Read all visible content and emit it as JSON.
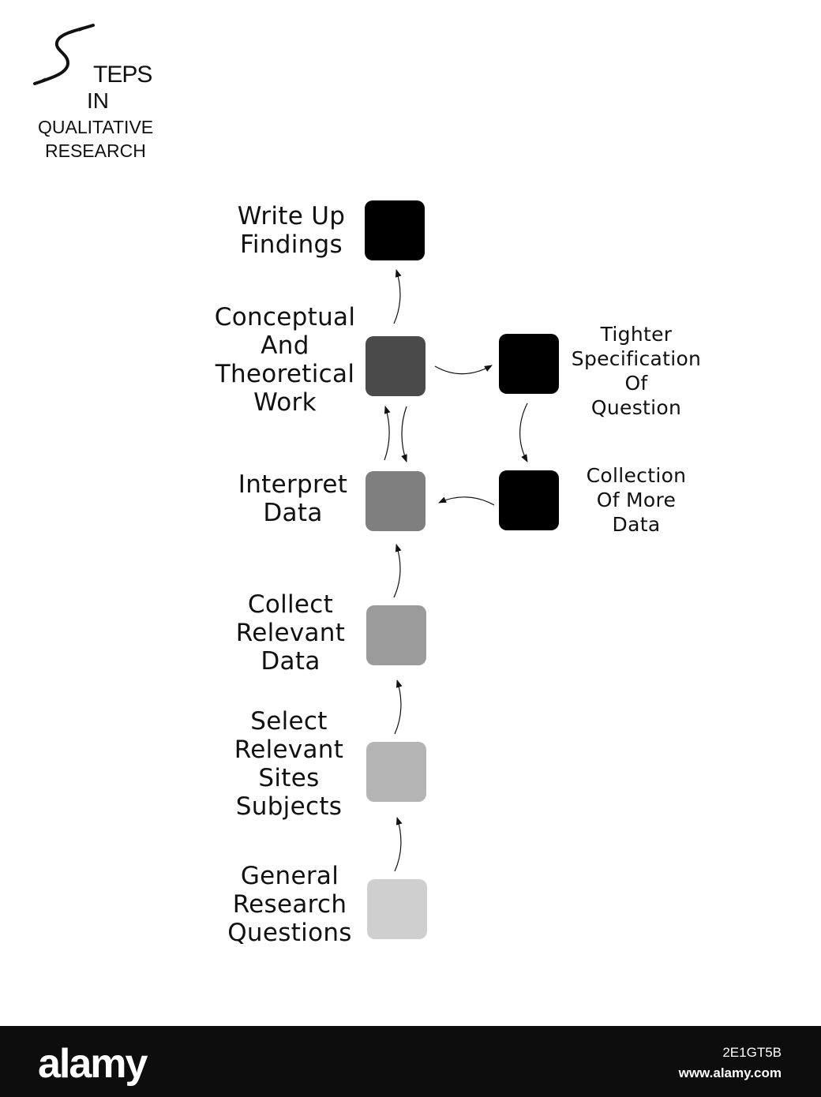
{
  "title": {
    "line1": "TEPS",
    "line2": "IN",
    "line3": "QUALITATIVE",
    "line4": "RESEARCH"
  },
  "steps": [
    {
      "id": "write-up-findings",
      "lines": [
        "Write Up",
        "Findings"
      ],
      "color": "#000000"
    },
    {
      "id": "conceptual-work",
      "lines": [
        "Conceptual",
        "And",
        "Theoretical",
        "Work"
      ],
      "color": "#4a4a4a"
    },
    {
      "id": "interpret-data",
      "lines": [
        "Interpret",
        "Data"
      ],
      "color": "#7f7f7f"
    },
    {
      "id": "collect-relevant-data",
      "lines": [
        "Collect",
        "Relevant",
        "Data"
      ],
      "color": "#9b9b9b"
    },
    {
      "id": "select-relevant-sites",
      "lines": [
        "Select",
        "Relevant",
        "Sites",
        "Subjects"
      ],
      "color": "#b4b4b4"
    },
    {
      "id": "general-research-questions",
      "lines": [
        "General",
        "Research",
        "Questions"
      ],
      "color": "#cfcfcf"
    }
  ],
  "side_steps": [
    {
      "id": "tighter-specification",
      "lines": [
        "Tighter",
        "Specification",
        "Of",
        "Question"
      ],
      "color": "#000000"
    },
    {
      "id": "collection-more-data",
      "lines": [
        "Collection",
        "Of More",
        "Data"
      ],
      "color": "#000000"
    }
  ],
  "footer": {
    "brand": "alamy",
    "image_id": "2E1GT5B",
    "site": "www.alamy.com"
  }
}
